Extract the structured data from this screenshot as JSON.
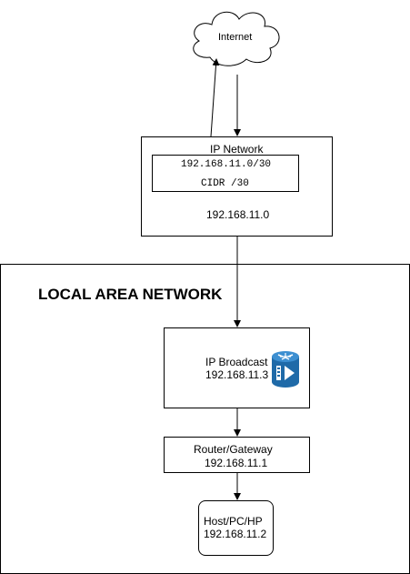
{
  "internet": {
    "label": "Internet"
  },
  "ip_network": {
    "title": "IP Network",
    "subnet": "192.168.11.0/30",
    "cidr": "CIDR /30",
    "address": "192.168.11.0"
  },
  "lan": {
    "title": "LOCAL AREA NETWORK"
  },
  "broadcast": {
    "label": "IP Broadcast",
    "address": "192.168.11.3",
    "icon": "router-icon",
    "icon_color": "#1a5f9e"
  },
  "gateway": {
    "label": "Router/Gateway",
    "address": "192.168.11.1"
  },
  "host": {
    "label": "Host/PC/HP",
    "address": "192.168.11.2"
  }
}
